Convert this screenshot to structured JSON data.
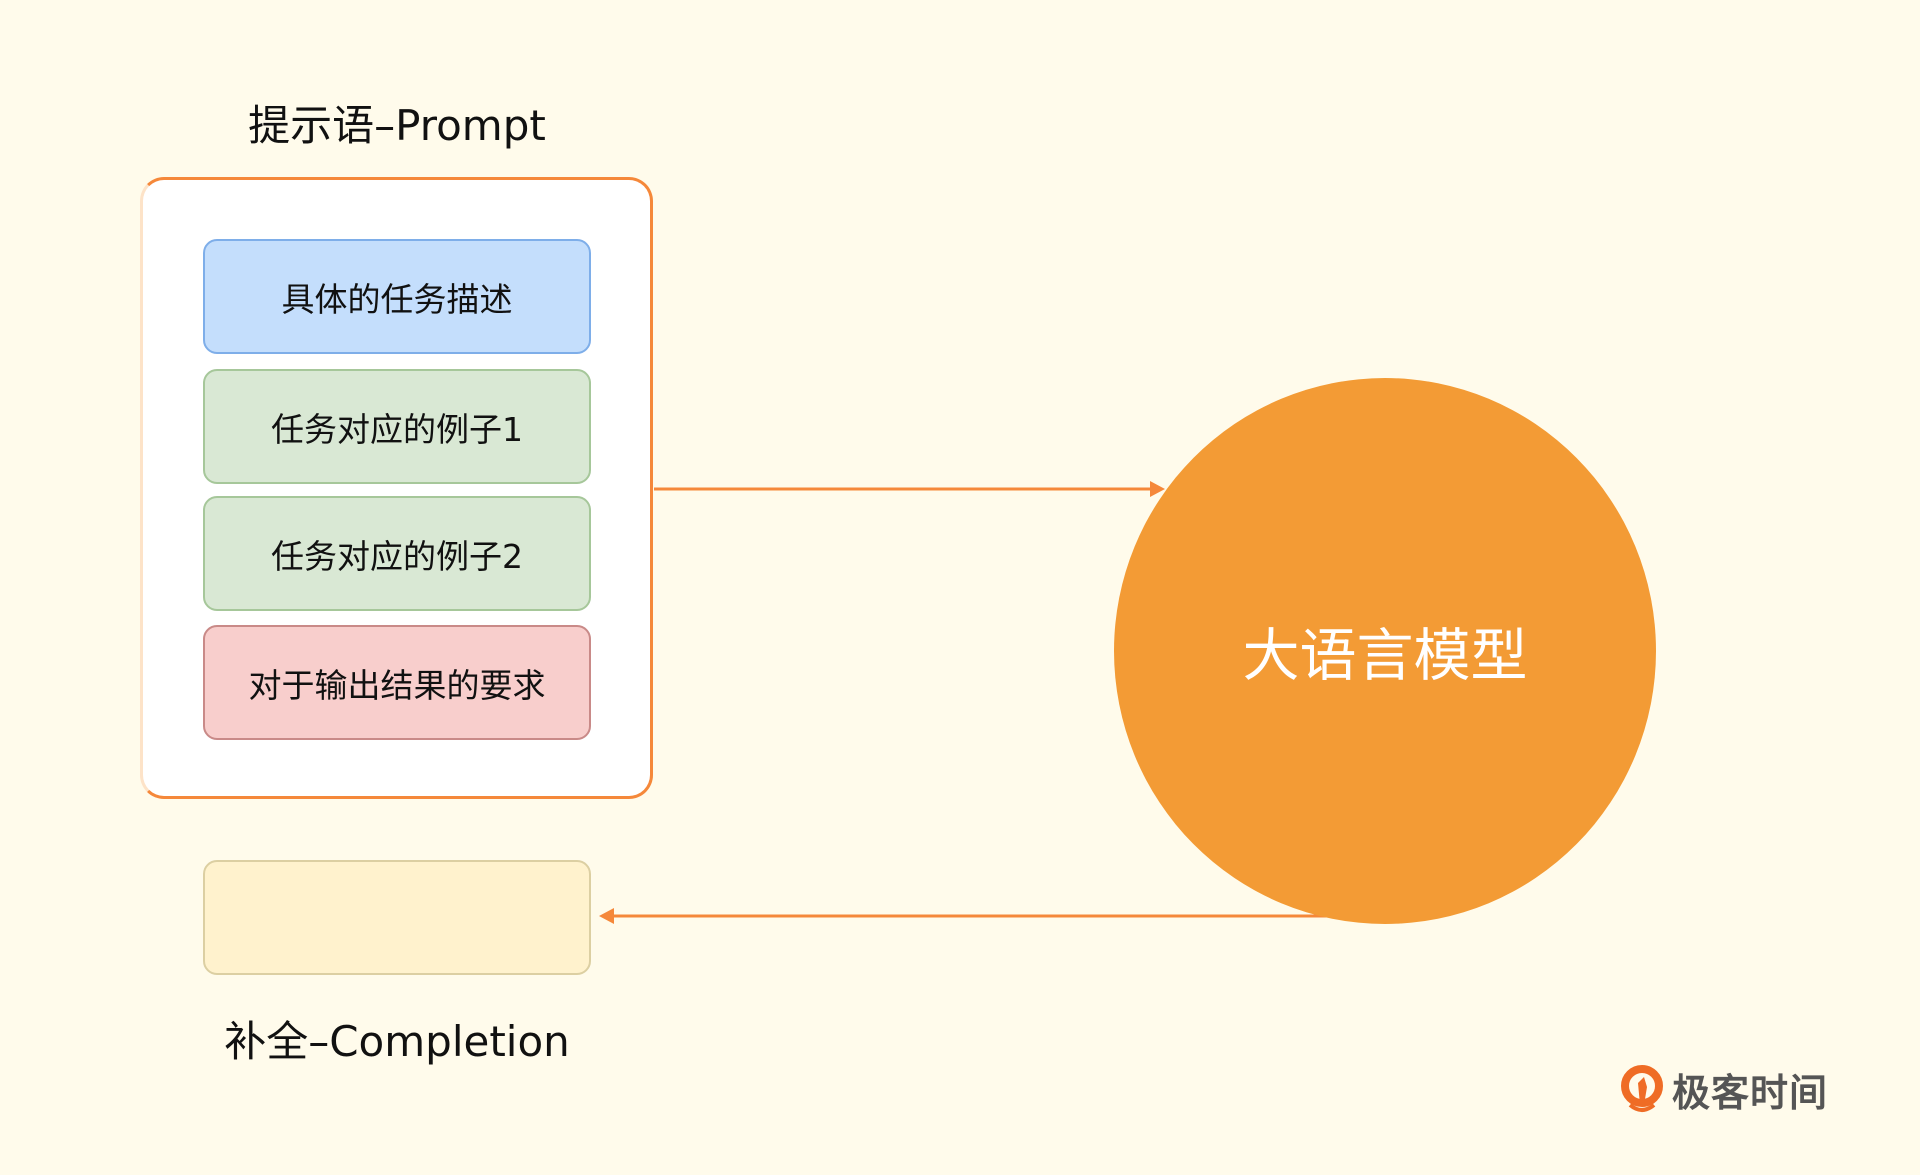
{
  "prompt_title": "提示语–Prompt",
  "prompt_items": [
    {
      "label": "具体的任务描述",
      "color": "#c4defc"
    },
    {
      "label": "任务对应的例子1",
      "color": "#d9e8d4"
    },
    {
      "label": "任务对应的例子2",
      "color": "#d9e8d4"
    },
    {
      "label": "对于输出结果的要求",
      "color": "#f8cecc"
    }
  ],
  "model_label": "大语言模型",
  "completion_title": "补全–Completion",
  "logo": {
    "text": "极客时间",
    "icon": "geektime-logo-icon"
  },
  "colors": {
    "accent": "#f39b35",
    "arrow": "#f5883a",
    "background": "#fffbeb"
  }
}
